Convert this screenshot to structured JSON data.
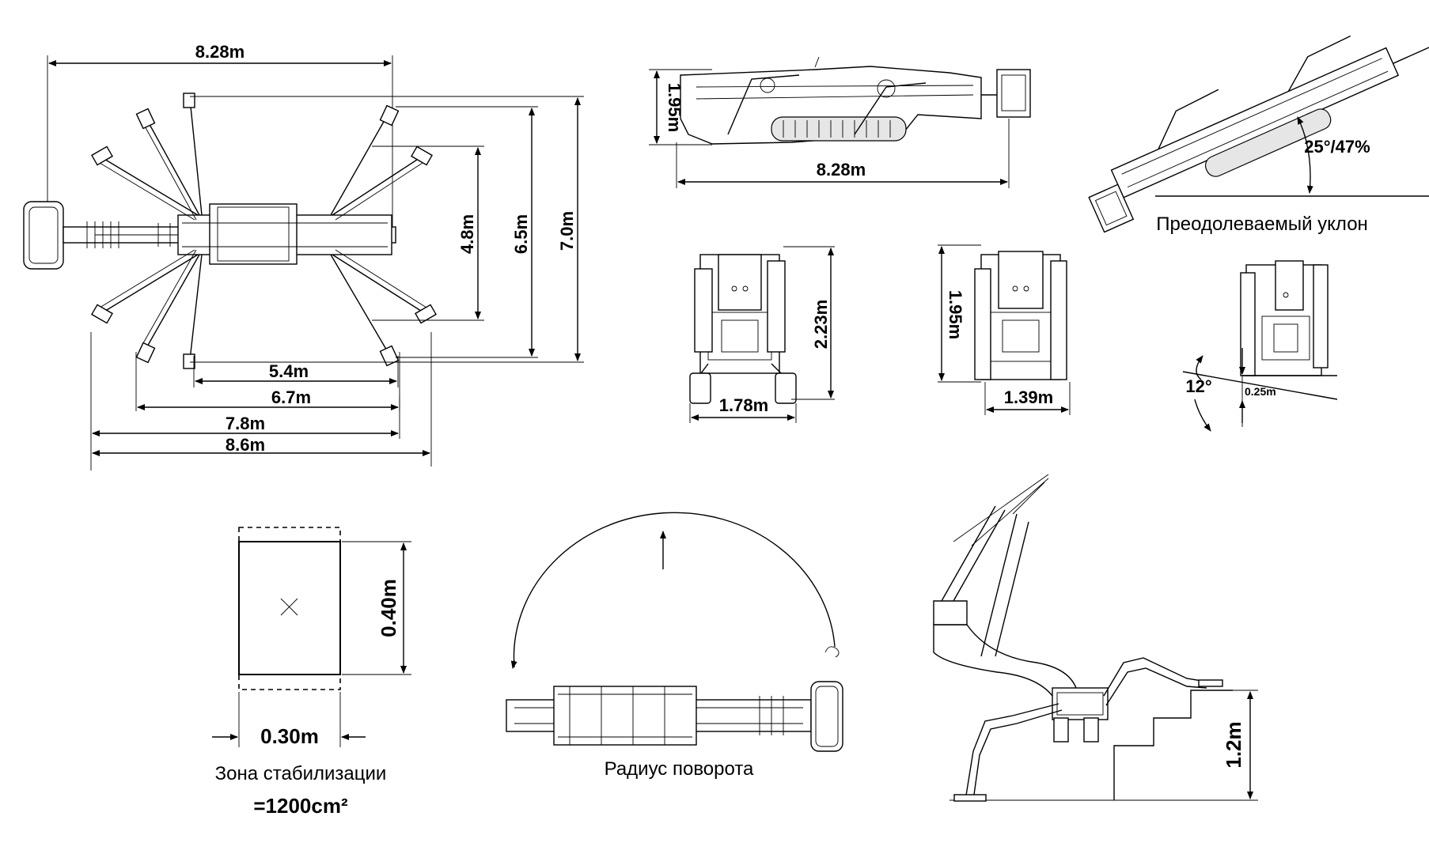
{
  "top_view": {
    "width_label": "8.28m",
    "h_label_1": "4.8m",
    "h_label_2": "6.5m",
    "h_label_3": "7.0m",
    "w_label_1": "5.4m",
    "w_label_2": "6.7m",
    "w_label_3": "7.8m",
    "w_label_4": "8.6m"
  },
  "side_view": {
    "height_label": "1.95m",
    "length_label": "8.28m"
  },
  "slope_view": {
    "angle_label": "25°/47%",
    "caption": "Преодолеваемый уклон"
  },
  "front_wide": {
    "height_label": "2.23m",
    "width_label": "1.78m"
  },
  "front_narrow": {
    "height_label": "1.95m",
    "width_label": "1.39m"
  },
  "tilt_view": {
    "angle_label": "12°",
    "offset_label": "0.25m"
  },
  "stab_zone": {
    "height_label": "0.40m",
    "width_label": "0.30m",
    "caption": "Зона стабилизации",
    "area_label": "=1200cm²"
  },
  "turn_view": {
    "caption": "Радиус поворота"
  },
  "stairs_view": {
    "height_label": "1.2m"
  }
}
